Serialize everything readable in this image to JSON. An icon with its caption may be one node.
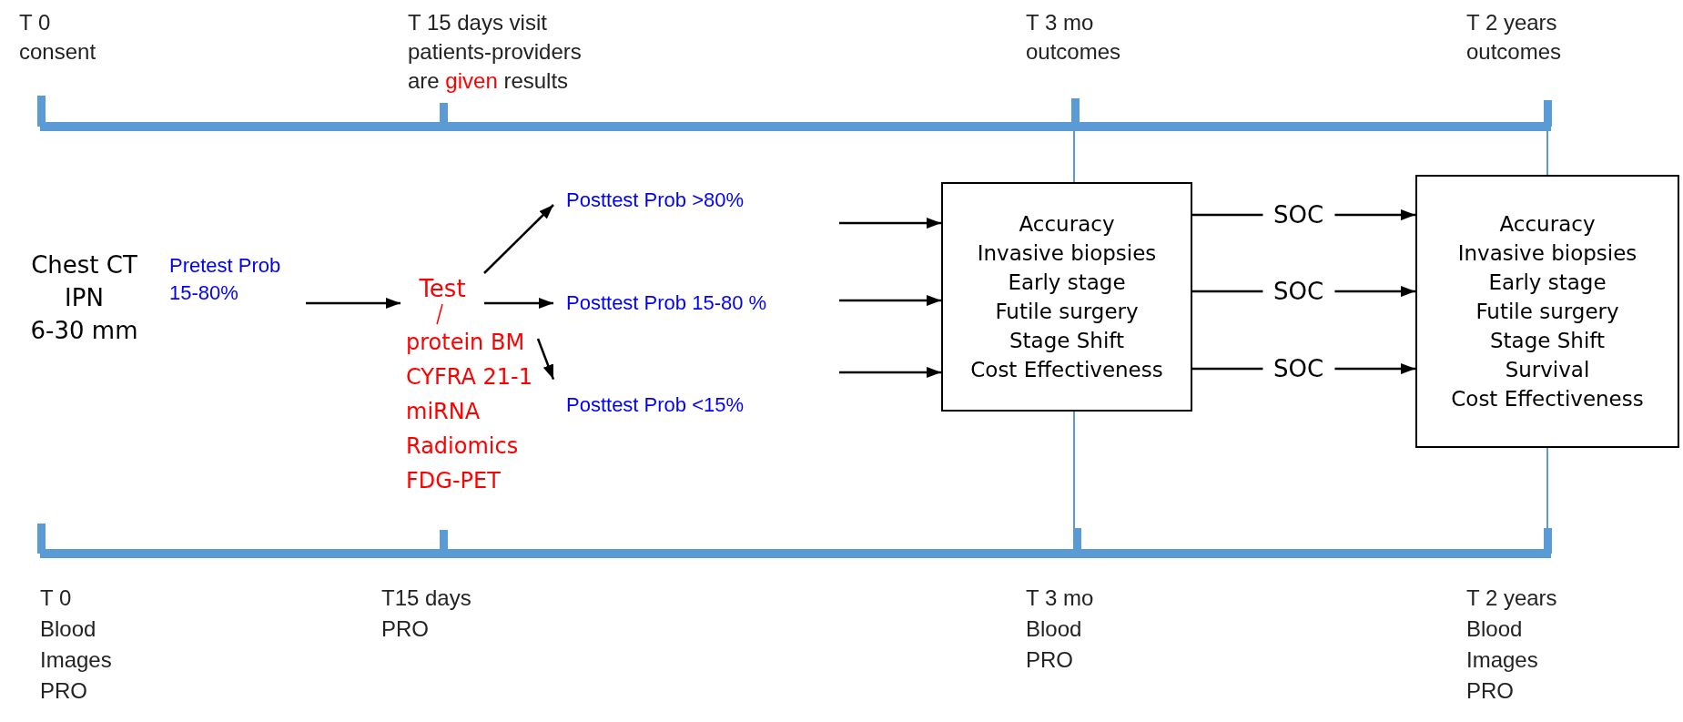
{
  "diagram": {
    "nodes": [
      {
        "text": [
          "Chest CT",
          "IPN",
          "6-30 mm"
        ]
      },
      {
        "text": [
          "Pretest Prob 15-80%"
        ]
      },
      {
        "text": [
          "Test"
        ]
      },
      {
        "text": [
          "protein BM",
          "CYFRA 21-1",
          "miRNA",
          "Radiomics",
          "FDG-PET"
        ]
      },
      {
        "text": [
          "Posttest Prob >80%"
        ]
      },
      {
        "text": [
          "Posttest Prob 15-80 %"
        ]
      },
      {
        "text": [
          "Posttest Prob <15%"
        ]
      },
      {
        "text": [
          "Accuracy",
          "Invasive biopsies",
          "Early stage",
          "Futile surgery",
          "Stage Shift",
          "Cost Effectiveness"
        ]
      },
      {
        "text": [
          "Accuracy",
          "Invasive biopsies",
          "Early stage",
          "Futile surgery",
          "Stage Shift",
          "Survival",
          "Cost Effectiveness"
        ]
      }
    ],
    "edges": [
      {
        "from": 1,
        "to": 2,
        "arrow": "to"
      },
      {
        "from": 2,
        "to": 3,
        "arrow": "none",
        "color": "#ff0000"
      },
      {
        "from": 2,
        "to": 4,
        "arrow": "to"
      },
      {
        "from": 2,
        "to": 5,
        "arrow": "to"
      },
      {
        "from": 3,
        "to": 6,
        "arrow": "to"
      },
      {
        "from": 4,
        "to": 7,
        "arrow": "to"
      },
      {
        "from": 5,
        "to": 7,
        "arrow": "to"
      },
      {
        "from": 6,
        "to": 7,
        "arrow": "to"
      },
      {
        "from": 7,
        "to": 8,
        "arrow": "to",
        "label": "SOC"
      },
      {
        "from": 7,
        "to": 8,
        "arrow": "to",
        "label": "SOC"
      },
      {
        "from": 7,
        "to": 8,
        "arrow": "to",
        "label": "SOC"
      }
    ],
    "labels": [
      "T 0",
      "consent",
      "T 15 days visit",
      "patients-providers",
      "are *given* results",
      "T 3 mo",
      "outcomes",
      "T 2 years",
      "outcomes",
      "T 0",
      "Blood",
      "Images",
      "PRO",
      "T15 days",
      "PRO",
      "T 3 mo",
      "Blood",
      "PRO",
      "T 2 years",
      "Blood",
      "Images",
      "PRO"
    ]
  }
}
